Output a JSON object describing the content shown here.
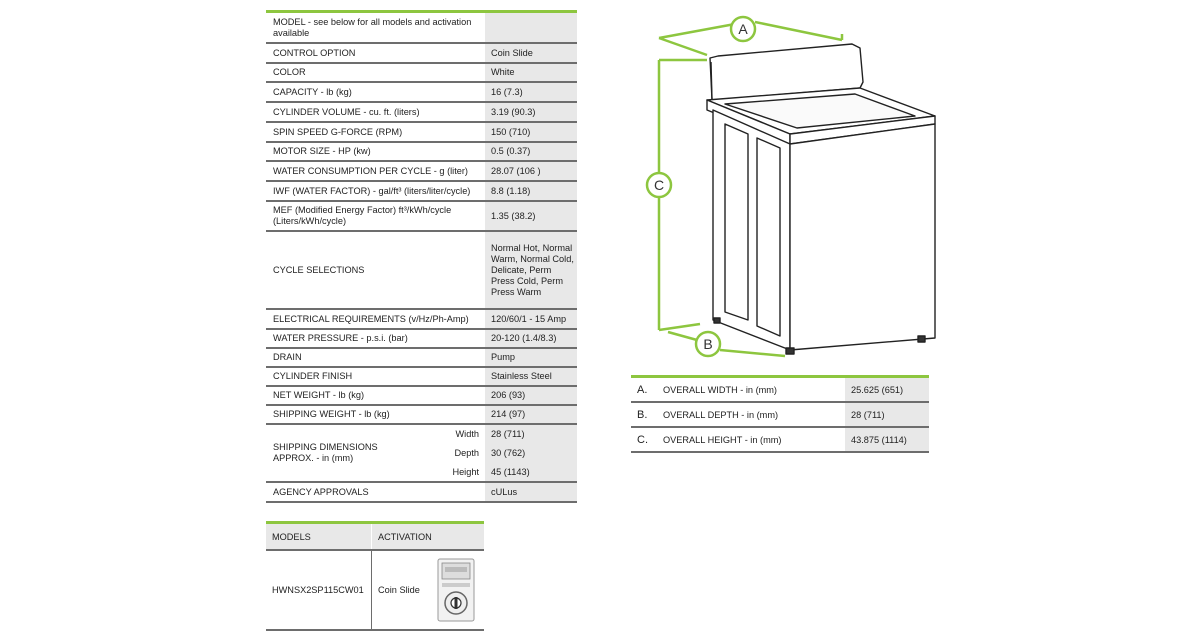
{
  "specs": {
    "rows": [
      {
        "label": "MODEL - see below for all models and activation available",
        "value": ""
      },
      {
        "label": "CONTROL OPTION",
        "value": "Coin Slide"
      },
      {
        "label": "COLOR",
        "value": "White"
      },
      {
        "label": "CAPACITY - lb (kg)",
        "value": "16 (7.3)"
      },
      {
        "label": "CYLINDER VOLUME - cu. ft. (liters)",
        "value": "3.19 (90.3)"
      },
      {
        "label": "SPIN SPEED G-FORCE (RPM)",
        "value": "150 (710)"
      },
      {
        "label": "MOTOR SIZE - HP (kw)",
        "value": "0.5 (0.37)"
      },
      {
        "label": "WATER CONSUMPTION PER CYCLE - g (liter)",
        "value": "28.07 (106 )"
      },
      {
        "label": "IWF (WATER FACTOR) - gal/ft³ (liters/liter/cycle)",
        "value": "8.8 (1.18)"
      },
      {
        "label": "MEF (Modified Energy Factor) ft³/kWh/cycle (Liters/kWh/cycle)",
        "value": "1.35 (38.2)"
      },
      {
        "label": "CYCLE SELECTIONS",
        "value": "Normal Hot, Normal Warm, Normal Cold, Delicate, Perm Press Cold, Perm Press Warm"
      },
      {
        "label": "ELECTRICAL REQUIREMENTS (v/Hz/Ph-Amp)",
        "value": "120/60/1 - 15 Amp"
      },
      {
        "label": "WATER PRESSURE - p.s.i. (bar)",
        "value": "20-120 (1.4/8.3)"
      },
      {
        "label": "DRAIN",
        "value": "Pump"
      },
      {
        "label": "CYLINDER FINISH",
        "value": "Stainless Steel"
      },
      {
        "label": "NET WEIGHT - lb (kg)",
        "value": "206 (93)"
      },
      {
        "label": "SHIPPING WEIGHT - lb (kg)",
        "value": "214 (97)"
      }
    ],
    "shipping": {
      "label": "SHIPPING DIMENSIONS APPROX. - in (mm)",
      "width_label": "Width",
      "width_value": "28 (711)",
      "depth_label": "Depth",
      "depth_value": "30 (762)",
      "height_label": "Height",
      "height_value": "45 (1143)"
    },
    "agency": {
      "label": "AGENCY APPROVALS",
      "value": "cULus"
    }
  },
  "models": {
    "header_models": "MODELS",
    "header_activation": "ACTIVATION",
    "model": "HWNSX2SP115CW01",
    "activation": "Coin Slide",
    "icon": "coin-slide-icon"
  },
  "dimensions": [
    {
      "letter": "A.",
      "label": "OVERALL WIDTH - in (mm)",
      "value": "25.625 (651)"
    },
    {
      "letter": "B.",
      "label": "OVERALL DEPTH - in (mm)",
      "value": "28 (711)"
    },
    {
      "letter": "C.",
      "label": "OVERALL HEIGHT - in (mm)",
      "value": "43.875 (1114)"
    }
  ],
  "diagram": {
    "label_a": "A",
    "label_b": "B",
    "label_c": "C"
  },
  "colors": {
    "accent": "#8dc63f",
    "rule": "#6d6d6d",
    "value_bg": "#e8e8e8"
  }
}
